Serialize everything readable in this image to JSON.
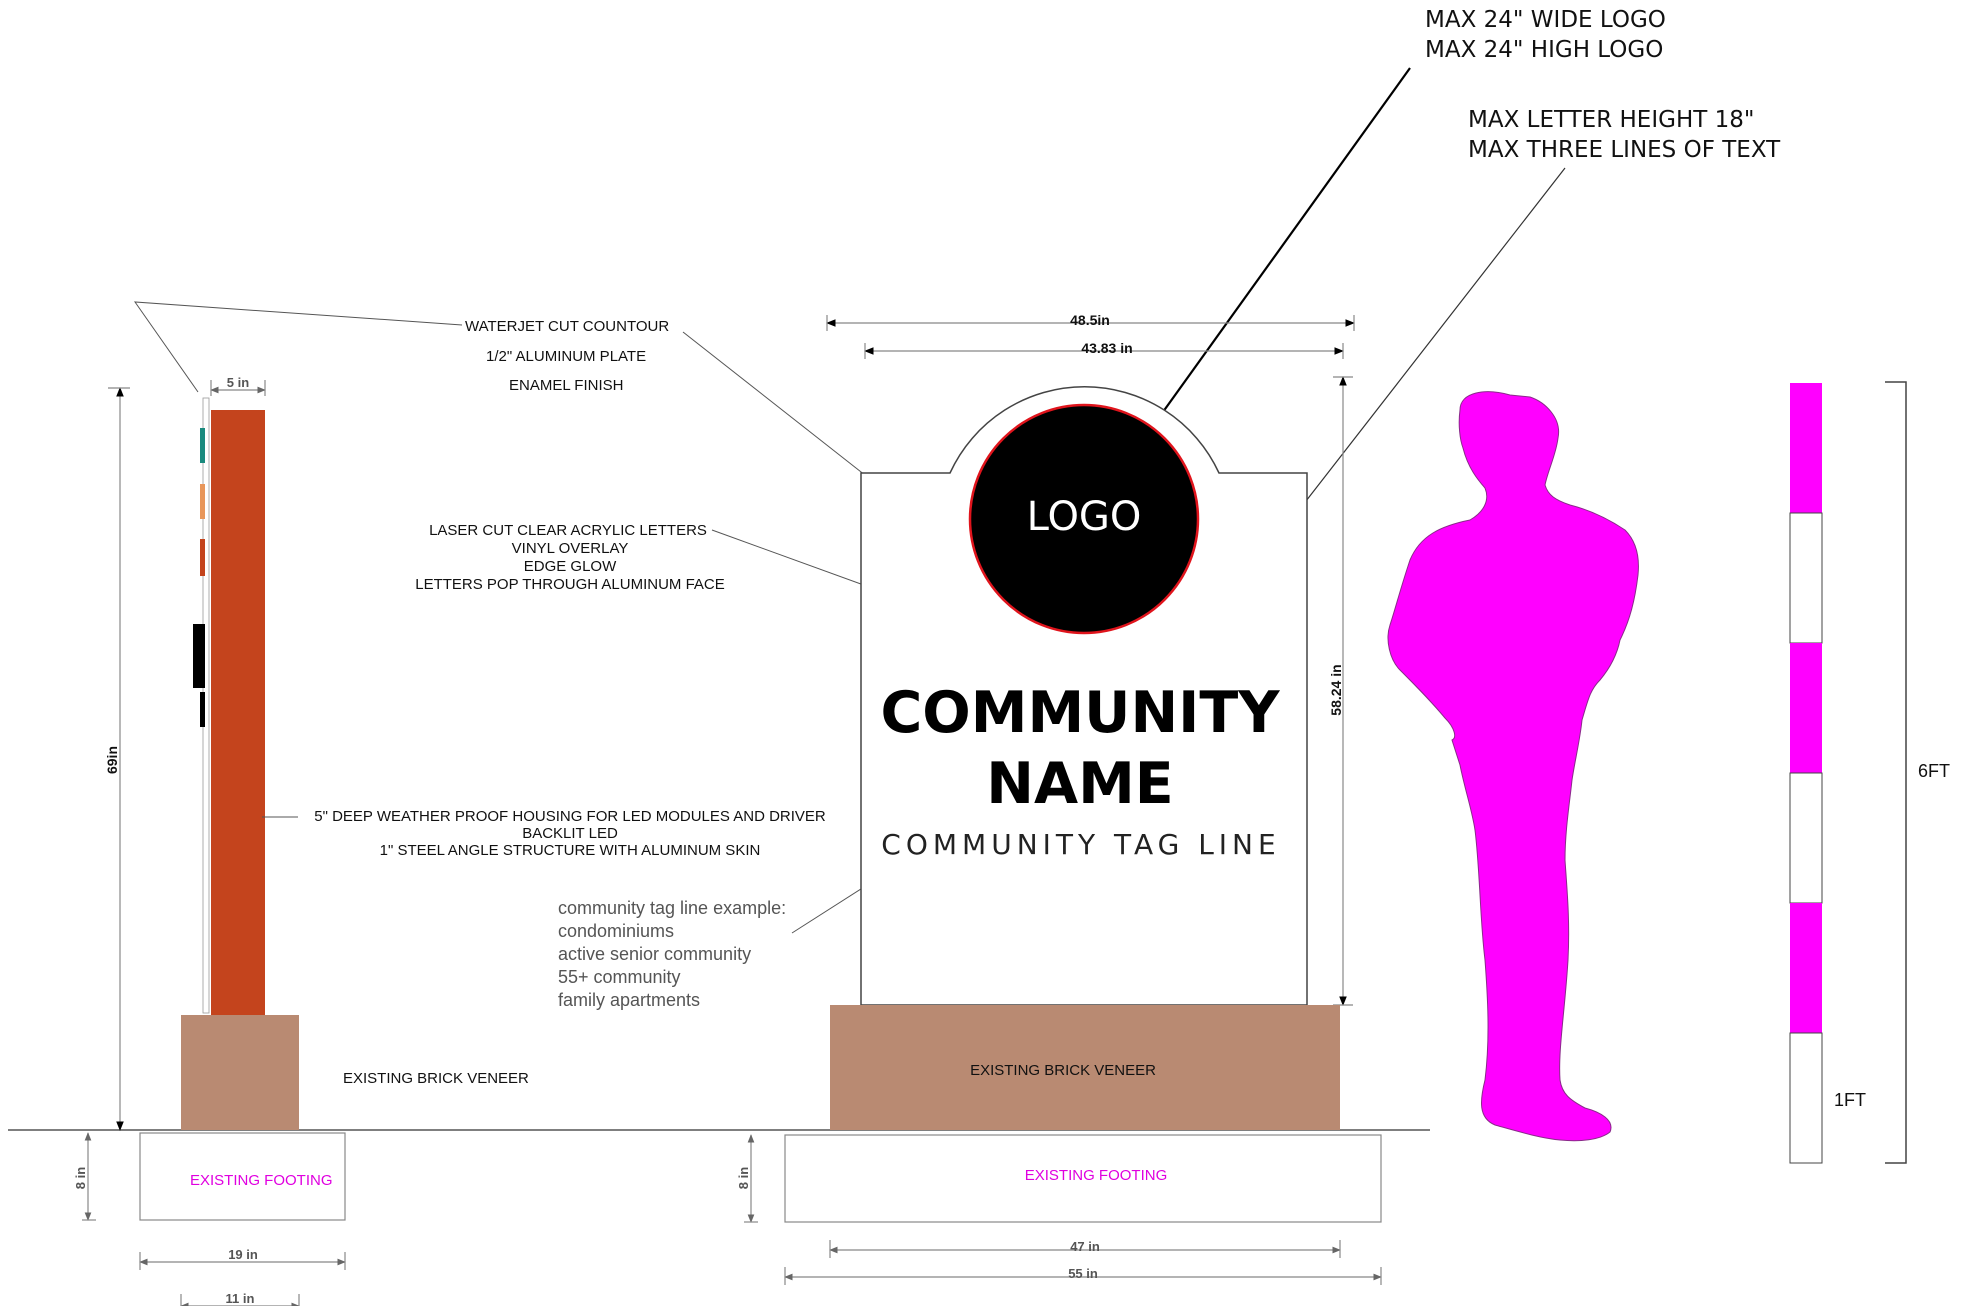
{
  "colors": {
    "housing": "#c4441d",
    "brick": "#b98a72",
    "silhouette": "#ff00ff",
    "footing_text": "#e000e0",
    "teal": "#1a8a7e",
    "orange": "#e8965a",
    "logo_fill": "#000000",
    "logo_ring": "#e0141c"
  },
  "top_notes": {
    "logo_max_wide": "MAX 24\" WIDE LOGO",
    "logo_max_high": "MAX 24\" HIGH LOGO",
    "letter_height": "MAX LETTER HEIGHT 18\"",
    "text_lines": "MAX THREE LINES OF TEXT"
  },
  "side_notes": {
    "waterjet": "WATERJET CUT COUNTOUR",
    "plate": "1/2\" ALUMINUM PLATE",
    "finish": "ENAMEL FINISH",
    "laser": "LASER CUT  CLEAR ACRYLIC LETTERS",
    "vinyl": "VINYL OVERLAY",
    "edge": "EDGE GLOW",
    "pop": "LETTERS POP THROUGH ALUMINUM FACE",
    "housing": "5\" DEEP WEATHER PROOF HOUSING FOR LED MODULES AND DRIVER",
    "backlit": "BACKLIT LED",
    "steel": "1\" STEEL ANGLE STRUCTURE WITH ALUMINUM SKIN"
  },
  "tagline_examples": [
    "community tag line example:",
    "condominiums",
    "active senior community",
    "55+ community",
    "family apartments"
  ],
  "side_view": {
    "depth": "5 in",
    "height": "69in",
    "brick_label": "EXISTING BRICK VENEER",
    "footing_label": "EXISTING FOOTING",
    "footing_depth": "8 in",
    "footing_width": "19 in",
    "brick_width": "11 in"
  },
  "front_view": {
    "overall_width": "48.5in",
    "face_width": "43.83 in",
    "face_height": "58.24 in",
    "logo": "LOGO",
    "name_line1": "COMMUNITY",
    "name_line2": "NAME",
    "tagline": "COMMUNITY TAG LINE",
    "brick_label": "EXISTING BRICK VENEER",
    "footing_label": "EXISTING FOOTING",
    "footing_depth": "8 in",
    "brick_width": "47 in",
    "footing_width": "55 in"
  },
  "scale": {
    "total": "6FT",
    "unit": "1FT"
  }
}
